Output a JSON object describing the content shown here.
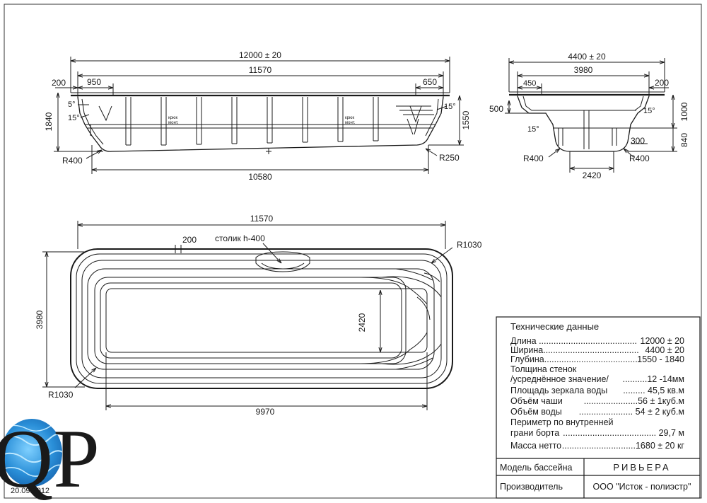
{
  "side_view": {
    "overall_length": "12000 ± 20",
    "inner_length": "11570",
    "rim_left": "200",
    "left_step": "950",
    "right_step": "650",
    "depth_total": "1840",
    "depth_inner": "1550",
    "bottom_length": "10580",
    "angle_left_top": "5°",
    "angle_left": "15°",
    "angle_right": "15°",
    "radius_left": "R400",
    "radius_right": "R250",
    "hook_label_1a": "крюк",
    "hook_label_1b": "монт.",
    "hook_label_2a": "крюк",
    "hook_label_2b": "монт."
  },
  "end_view": {
    "overall_width": "4400 ± 20",
    "inner_width": "3980",
    "step_top": "450",
    "rim_right": "200",
    "left_offset": "500",
    "upper_depth": "1000",
    "lower_depth": "840",
    "step_lower": "300",
    "angle_right": "15°",
    "angle_left": "15°",
    "radius_left": "R400",
    "radius_right": "R400",
    "bottom_width": "2420"
  },
  "plan_view": {
    "inner_length": "11570",
    "rim": "200",
    "table_label": "столик h-400",
    "radius_top": "R1030",
    "radius_bottom": "R1030",
    "width": "3980",
    "floor_width": "2420",
    "floor_length": "9970"
  },
  "specs": {
    "title": "Технические  данные",
    "rows": [
      {
        "label": "Длина ........................................",
        "value": "12000 ± 20"
      },
      {
        "label": "Ширина.......................................",
        "value": "4400 ± 20"
      },
      {
        "label": "Глубина.......................................",
        "value": "1550 - 1840"
      },
      {
        "label": "Толщина стенок",
        "value": ""
      },
      {
        "label": "/усреднённое значение/",
        "value": "..........12 -14мм"
      },
      {
        "label": "Площадь зеркала воды",
        "value": "......... 45,5 кв.м"
      },
      {
        "label": "Объём  чаши",
        "value": "......................56 ± 1куб.м"
      },
      {
        "label": "Объём воды",
        "value": "...................... 54 ± 2 куб.м"
      },
      {
        "label": "Периметр по внутренней",
        "value": ""
      },
      {
        "label": "грани  борта",
        "value": "...................................... 29,7 м"
      },
      {
        "label": "Масса  нетто",
        "value": "..............................1680 ± 20 кг"
      }
    ],
    "model_label": "Модель  бассейна",
    "model_value": "РИВЬЕРА",
    "maker_label": "Производитель",
    "maker_value": "ООО  \"Исток - полиэстр\""
  },
  "logo": {
    "letters": "QP",
    "date": "20.09.2012",
    "water_color": "#2a8fd8"
  },
  "colors": {
    "ink": "#1a1a1a",
    "paper": "#ffffff"
  }
}
